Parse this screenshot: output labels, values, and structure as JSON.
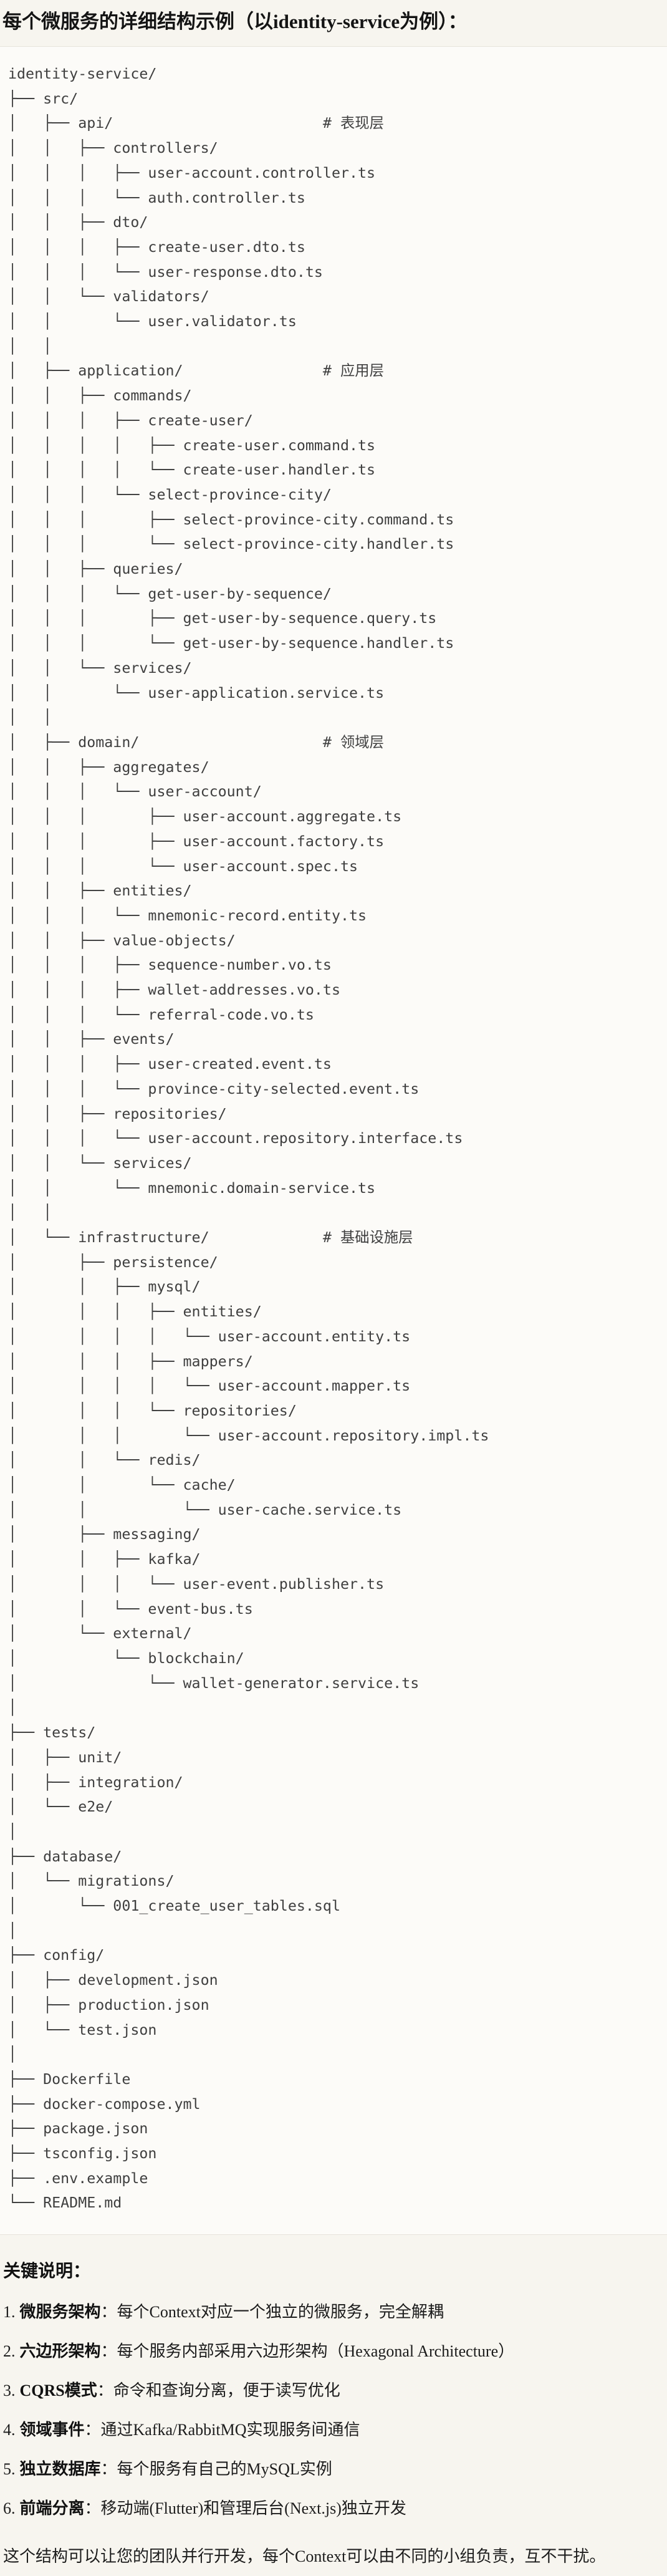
{
  "page": {
    "title": "每个微服务的详细结构示例（以identity-service为例）："
  },
  "tree": {
    "lines": [
      "identity-service/",
      "├── src/",
      "│   ├── api/                        # 表现层",
      "│   │   ├── controllers/",
      "│   │   │   ├── user-account.controller.ts",
      "│   │   │   └── auth.controller.ts",
      "│   │   ├── dto/",
      "│   │   │   ├── create-user.dto.ts",
      "│   │   │   └── user-response.dto.ts",
      "│   │   └── validators/",
      "│   │       └── user.validator.ts",
      "│   │",
      "│   ├── application/                # 应用层",
      "│   │   ├── commands/",
      "│   │   │   ├── create-user/",
      "│   │   │   │   ├── create-user.command.ts",
      "│   │   │   │   └── create-user.handler.ts",
      "│   │   │   └── select-province-city/",
      "│   │   │       ├── select-province-city.command.ts",
      "│   │   │       └── select-province-city.handler.ts",
      "│   │   ├── queries/",
      "│   │   │   └── get-user-by-sequence/",
      "│   │   │       ├── get-user-by-sequence.query.ts",
      "│   │   │       └── get-user-by-sequence.handler.ts",
      "│   │   └── services/",
      "│   │       └── user-application.service.ts",
      "│   │",
      "│   ├── domain/                     # 领域层",
      "│   │   ├── aggregates/",
      "│   │   │   └── user-account/",
      "│   │   │       ├── user-account.aggregate.ts",
      "│   │   │       ├── user-account.factory.ts",
      "│   │   │       └── user-account.spec.ts",
      "│   │   ├── entities/",
      "│   │   │   └── mnemonic-record.entity.ts",
      "│   │   ├── value-objects/",
      "│   │   │   ├── sequence-number.vo.ts",
      "│   │   │   ├── wallet-addresses.vo.ts",
      "│   │   │   └── referral-code.vo.ts",
      "│   │   ├── events/",
      "│   │   │   ├── user-created.event.ts",
      "│   │   │   └── province-city-selected.event.ts",
      "│   │   ├── repositories/",
      "│   │   │   └── user-account.repository.interface.ts",
      "│   │   └── services/",
      "│   │       └── mnemonic.domain-service.ts",
      "│   │",
      "│   └── infrastructure/             # 基础设施层",
      "│       ├── persistence/",
      "│       │   ├── mysql/",
      "│       │   │   ├── entities/",
      "│       │   │   │   └── user-account.entity.ts",
      "│       │   │   ├── mappers/",
      "│       │   │   │   └── user-account.mapper.ts",
      "│       │   │   └── repositories/",
      "│       │   │       └── user-account.repository.impl.ts",
      "│       │   └── redis/",
      "│       │       └── cache/",
      "│       │           └── user-cache.service.ts",
      "│       ├── messaging/",
      "│       │   ├── kafka/",
      "│       │   │   └── user-event.publisher.ts",
      "│       │   └── event-bus.ts",
      "│       └── external/",
      "│           └── blockchain/",
      "│               └── wallet-generator.service.ts",
      "│",
      "├── tests/",
      "│   ├── unit/",
      "│   ├── integration/",
      "│   └── e2e/",
      "│",
      "├── database/",
      "│   └── migrations/",
      "│       └── 001_create_user_tables.sql",
      "│",
      "├── config/",
      "│   ├── development.json",
      "│   ├── production.json",
      "│   └── test.json",
      "│",
      "├── Dockerfile",
      "├── docker-compose.yml",
      "├── package.json",
      "├── tsconfig.json",
      "├── .env.example",
      "└── README.md"
    ]
  },
  "notes": {
    "heading": "关键说明：",
    "items": [
      {
        "num": "1.",
        "label": "微服务架构",
        "text": "：每个Context对应一个独立的微服务，完全解耦"
      },
      {
        "num": "2.",
        "label": "六边形架构",
        "text": "：每个服务内部采用六边形架构（Hexagonal Architecture）"
      },
      {
        "num": "3.",
        "label": "CQRS模式",
        "text": "：命令和查询分离，便于读写优化"
      },
      {
        "num": "4.",
        "label": "领域事件",
        "text": "：通过Kafka/RabbitMQ实现服务间通信"
      },
      {
        "num": "5.",
        "label": "独立数据库",
        "text": "：每个服务有自己的MySQL实例"
      },
      {
        "num": "6.",
        "label": "前端分离",
        "text": "：移动端(Flutter)和管理后台(Next.js)独立开发"
      }
    ],
    "footer": "这个结构可以让您的团队并行开发，每个Context可以由不同的小组负责，互不干扰。"
  }
}
